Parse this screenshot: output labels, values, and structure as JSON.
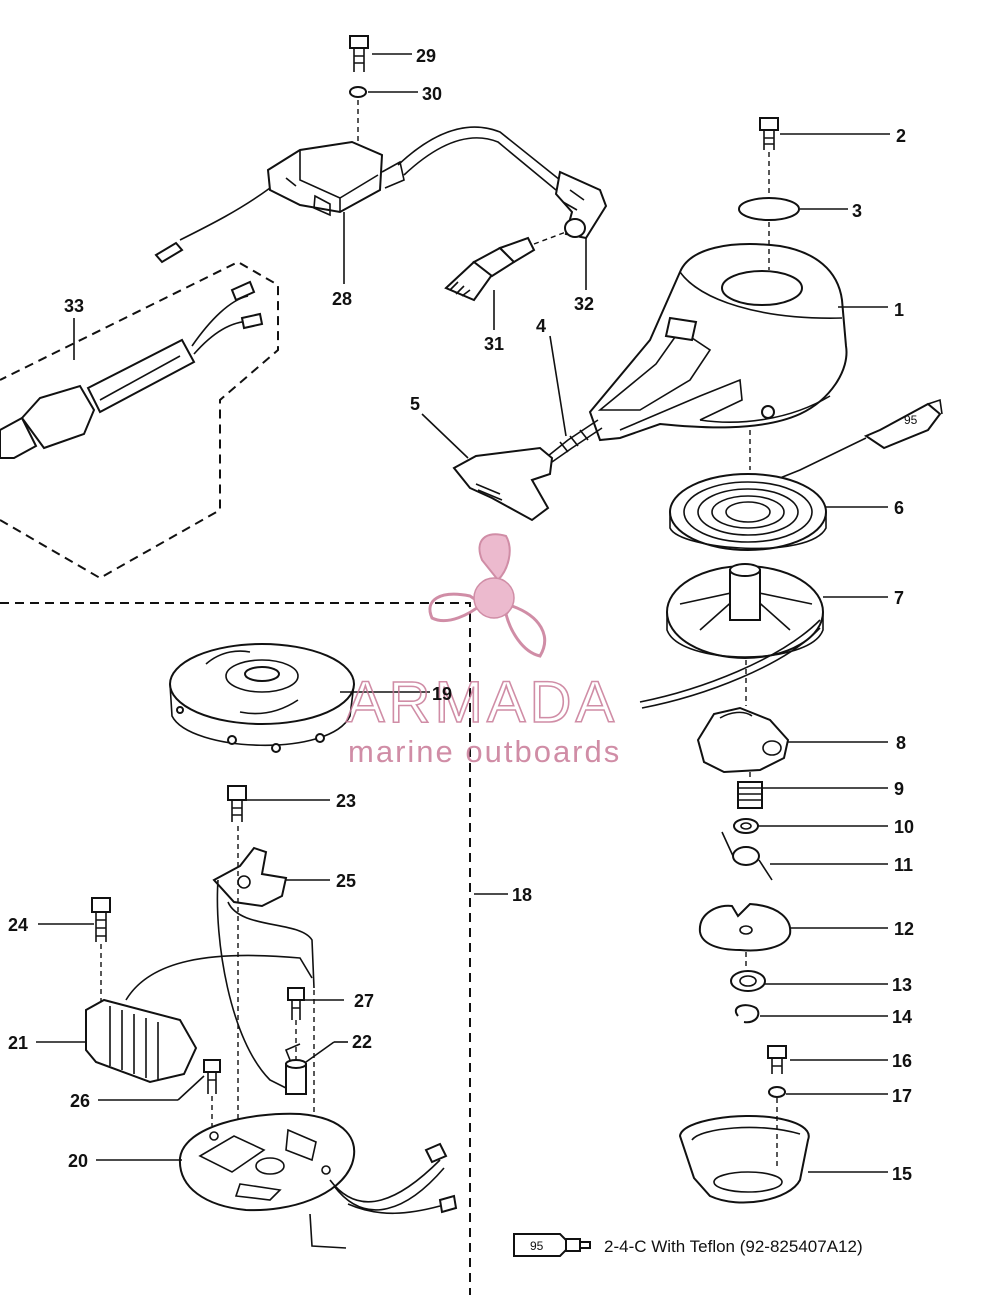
{
  "callouts": [
    "1",
    "2",
    "3",
    "4",
    "5",
    "6",
    "7",
    "8",
    "9",
    "10",
    "11",
    "12",
    "13",
    "14",
    "15",
    "16",
    "17",
    "18",
    "19",
    "20",
    "21",
    "22",
    "23",
    "24",
    "25",
    "26",
    "27",
    "28",
    "29",
    "30",
    "31",
    "32",
    "33"
  ],
  "watermark": {
    "brand": "ARMADA",
    "tagline": "marine outboards",
    "color": "#c87a97"
  },
  "legend": {
    "tube_label": "95",
    "text": "2-4-C  With Teflon (92-825407A12)"
  },
  "tube_label_small": "95"
}
